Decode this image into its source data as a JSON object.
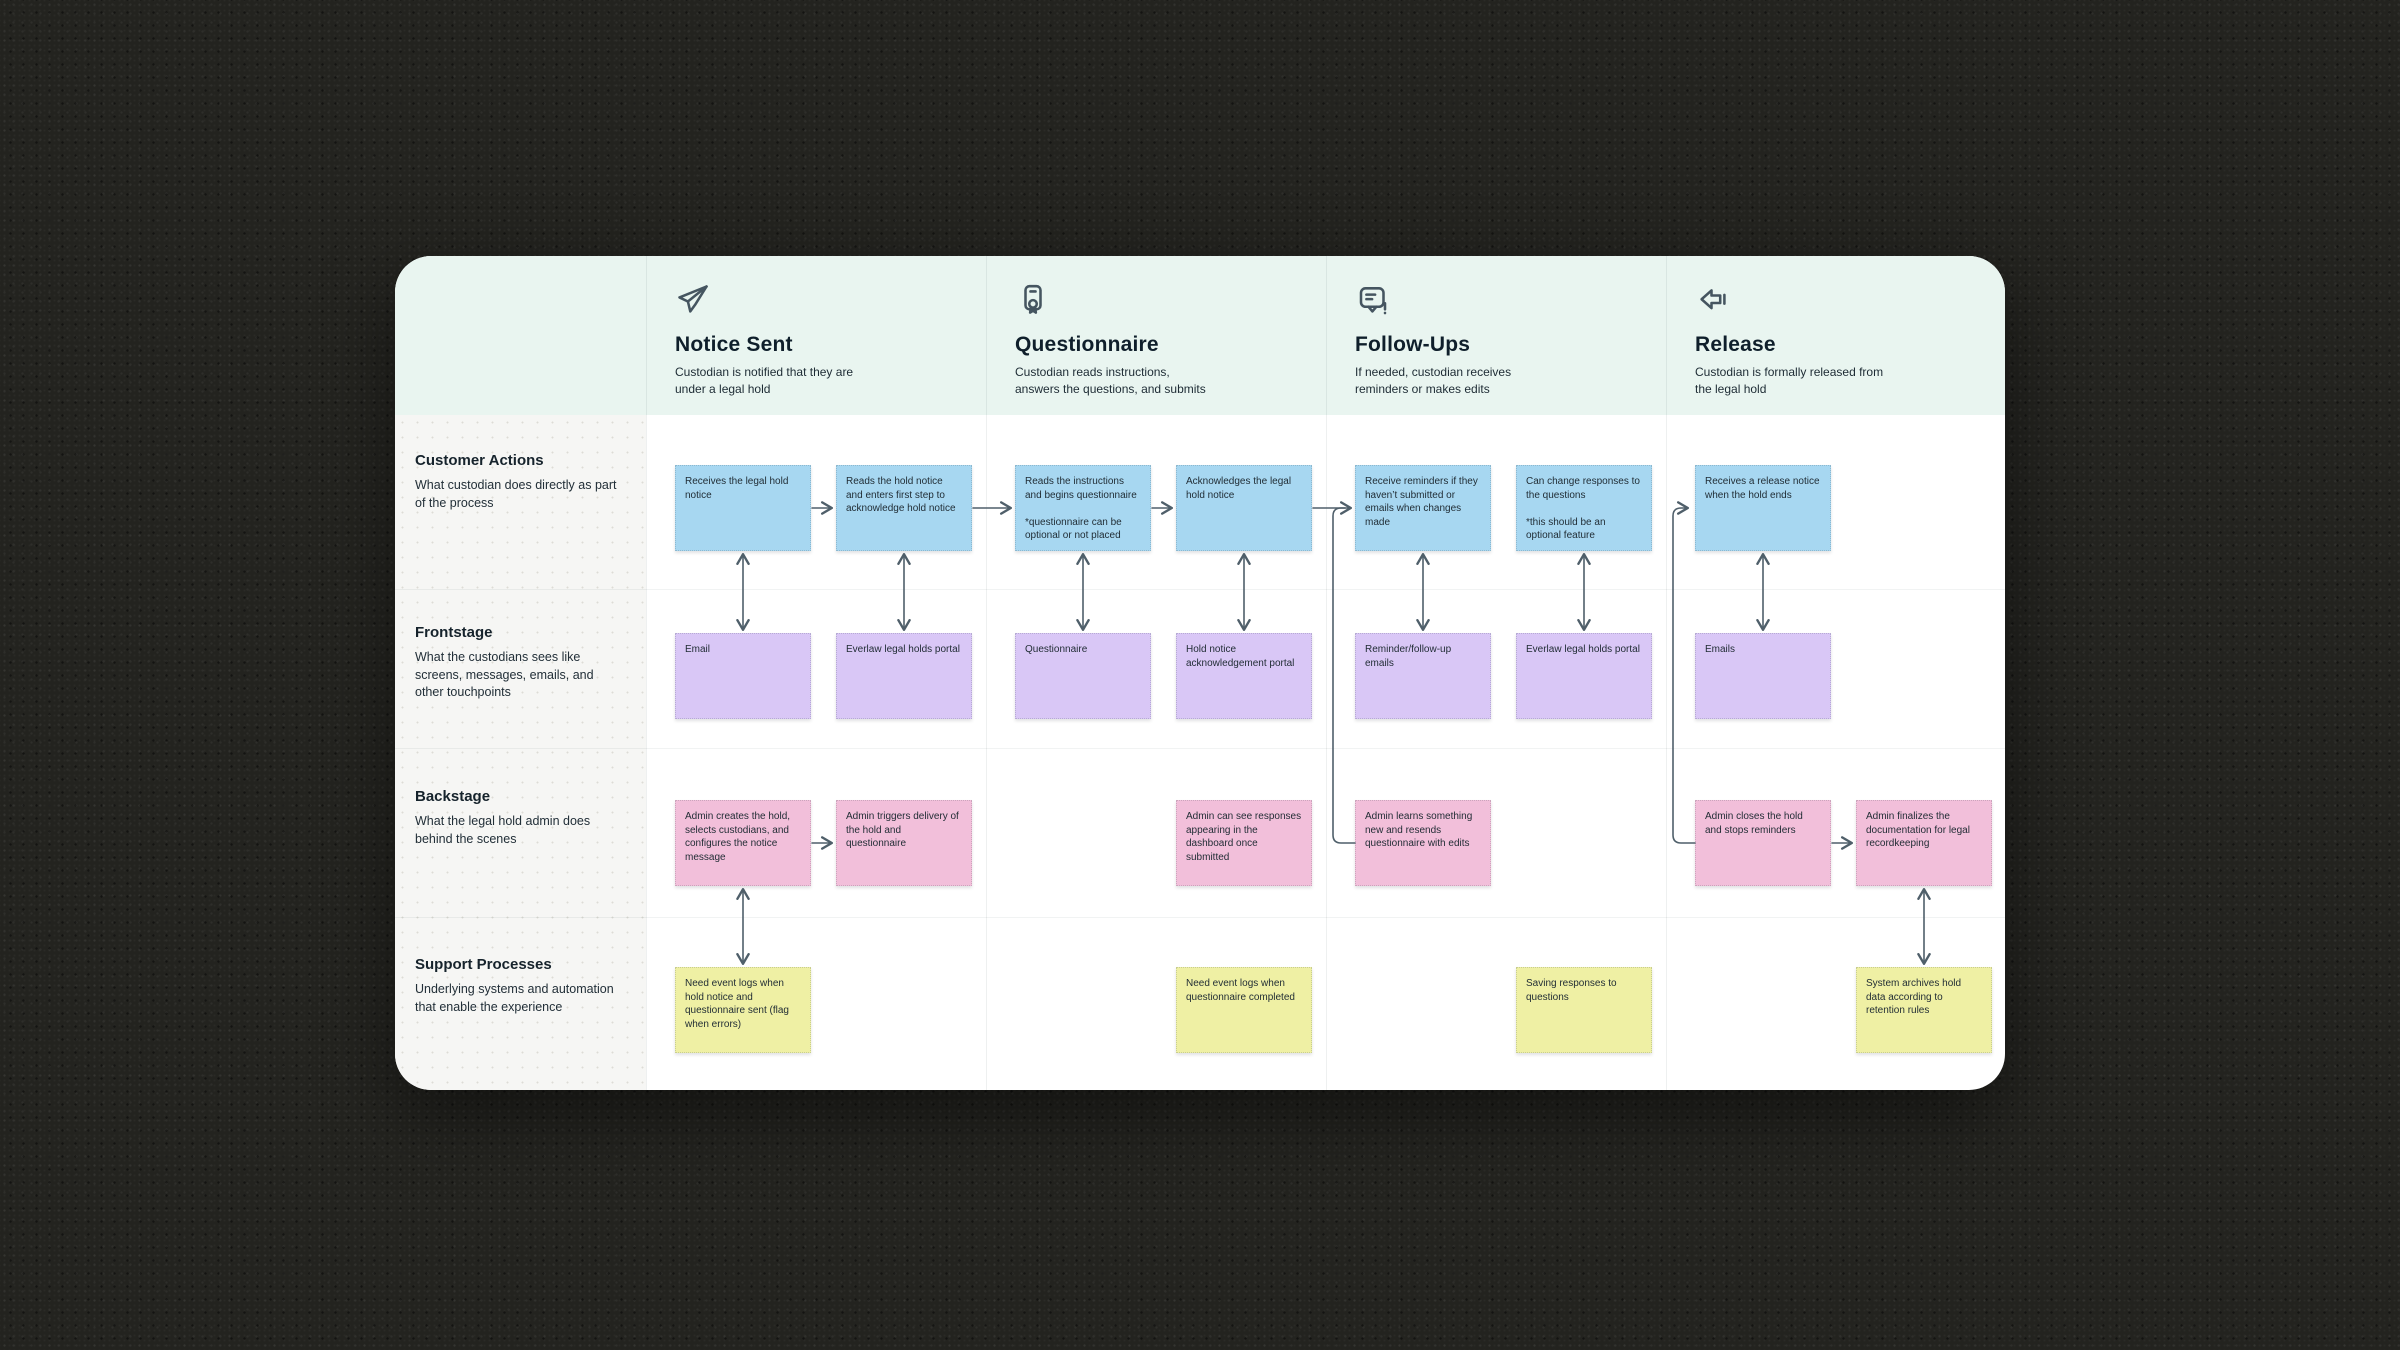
{
  "colors": {
    "note_blue": "#a7d7f1",
    "note_purple": "#d9c7f6",
    "note_pink": "#f2bfda",
    "note_yellow": "#eff0a4",
    "header_band": "#e9f5f0",
    "connector": "#4f5f6a",
    "card_background": "#ffffff"
  },
  "board": {
    "phases": [
      {
        "icon": "paper-plane-icon",
        "title": "Notice Sent",
        "subtitle": "Custodian is notified that they are\nunder a legal hold"
      },
      {
        "icon": "hold-notice-document-icon",
        "title": "Questionnaire",
        "subtitle": "Custodian reads instructions,\nanswers the questions, and submits"
      },
      {
        "icon": "chat-alert-icon",
        "title": "Follow-Ups",
        "subtitle": "If needed, custodian receives\nreminders or makes edits"
      },
      {
        "icon": "release-arrow-icon",
        "title": "Release",
        "subtitle": "Custodian is formally released from\nthe legal hold"
      }
    ],
    "rows": [
      {
        "title": "Customer Actions",
        "description": "What custodian does directly as part of the process"
      },
      {
        "title": "Frontstage",
        "description": "What the custodians sees like screens, messages, emails, and other touchpoints"
      },
      {
        "title": "Backstage",
        "description": "What the legal hold admin does behind the scenes"
      },
      {
        "title": "Support Processes",
        "description": "Underlying systems and automation that enable the experience"
      }
    ],
    "notes": [
      {
        "id": "receives-notice",
        "row": 0,
        "col": 0,
        "slot": 0,
        "color": "blue",
        "text": "Receives the legal hold notice"
      },
      {
        "id": "reads-notice",
        "row": 0,
        "col": 0,
        "slot": 1,
        "color": "blue",
        "text": "Reads the hold notice and enters first step to acknowledge hold notice"
      },
      {
        "id": "reads-instructions",
        "row": 0,
        "col": 1,
        "slot": 0,
        "color": "blue",
        "text": "Reads the instructions and begins questionnaire\n\n*questionnaire can be optional or not placed"
      },
      {
        "id": "acknowledges-notice",
        "row": 0,
        "col": 1,
        "slot": 1,
        "color": "blue",
        "text": "Acknowledges the legal hold notice"
      },
      {
        "id": "receive-reminders",
        "row": 0,
        "col": 2,
        "slot": 0,
        "color": "blue",
        "text": "Receive reminders if they haven’t submitted or emails when changes made"
      },
      {
        "id": "change-responses",
        "row": 0,
        "col": 2,
        "slot": 1,
        "color": "blue",
        "text": "Can change responses to the questions\n\n*this should be an optional feature"
      },
      {
        "id": "release-notice",
        "row": 0,
        "col": 3,
        "slot": 0,
        "color": "blue",
        "text": "Receives a release notice when the hold ends"
      },
      {
        "id": "email-touchpoint",
        "row": 1,
        "col": 0,
        "slot": 0,
        "color": "purple",
        "text": "Email"
      },
      {
        "id": "everlaw-portal-1",
        "row": 1,
        "col": 0,
        "slot": 1,
        "color": "purple",
        "text": "Everlaw legal holds portal"
      },
      {
        "id": "questionnaire-touchpoint",
        "row": 1,
        "col": 1,
        "slot": 0,
        "color": "purple",
        "text": "Questionnaire"
      },
      {
        "id": "hold-ack-portal",
        "row": 1,
        "col": 1,
        "slot": 1,
        "color": "purple",
        "text": "Hold notice acknowledgement portal"
      },
      {
        "id": "reminder-emails",
        "row": 1,
        "col": 2,
        "slot": 0,
        "color": "purple",
        "text": "Reminder/follow-up emails"
      },
      {
        "id": "everlaw-portal-2",
        "row": 1,
        "col": 2,
        "slot": 1,
        "color": "purple",
        "text": "Everlaw legal holds portal"
      },
      {
        "id": "emails-touchpoint",
        "row": 1,
        "col": 3,
        "slot": 0,
        "color": "purple",
        "text": "Emails"
      },
      {
        "id": "admin-creates-hold",
        "row": 2,
        "col": 0,
        "slot": 0,
        "color": "pink",
        "text": "Admin creates the hold, selects custodians, and configures the notice message"
      },
      {
        "id": "admin-triggers-delivery",
        "row": 2,
        "col": 0,
        "slot": 1,
        "color": "pink",
        "text": "Admin triggers delivery of the hold and questionnaire"
      },
      {
        "id": "admin-sees-responses",
        "row": 2,
        "col": 1,
        "slot": 1,
        "color": "pink",
        "text": "Admin can see responses appearing in the dashboard once submitted"
      },
      {
        "id": "admin-learns-resends",
        "row": 2,
        "col": 2,
        "slot": 0,
        "color": "pink",
        "text": "Admin learns something new and resends questionnaire with edits"
      },
      {
        "id": "admin-closes-hold",
        "row": 2,
        "col": 3,
        "slot": 0,
        "color": "pink",
        "text": "Admin closes the hold and stops reminders"
      },
      {
        "id": "admin-finalizes-docs",
        "row": 2,
        "col": 3,
        "slot": 1,
        "color": "pink",
        "text": "Admin finalizes the documentation for legal recordkeeping"
      },
      {
        "id": "event-logs-sent",
        "row": 3,
        "col": 0,
        "slot": 0,
        "color": "yellow",
        "text": "Need event logs when hold notice and questionnaire sent (flag when errors)"
      },
      {
        "id": "event-logs-completed",
        "row": 3,
        "col": 1,
        "slot": 1,
        "color": "yellow",
        "text": "Need event logs when questionnaire completed"
      },
      {
        "id": "saving-responses",
        "row": 3,
        "col": 2,
        "slot": 1,
        "color": "yellow",
        "text": "Saving responses to questions"
      },
      {
        "id": "system-archives",
        "row": 3,
        "col": 3,
        "slot": 1,
        "color": "yellow",
        "text": "System archives hold data according to retention rules"
      }
    ]
  }
}
